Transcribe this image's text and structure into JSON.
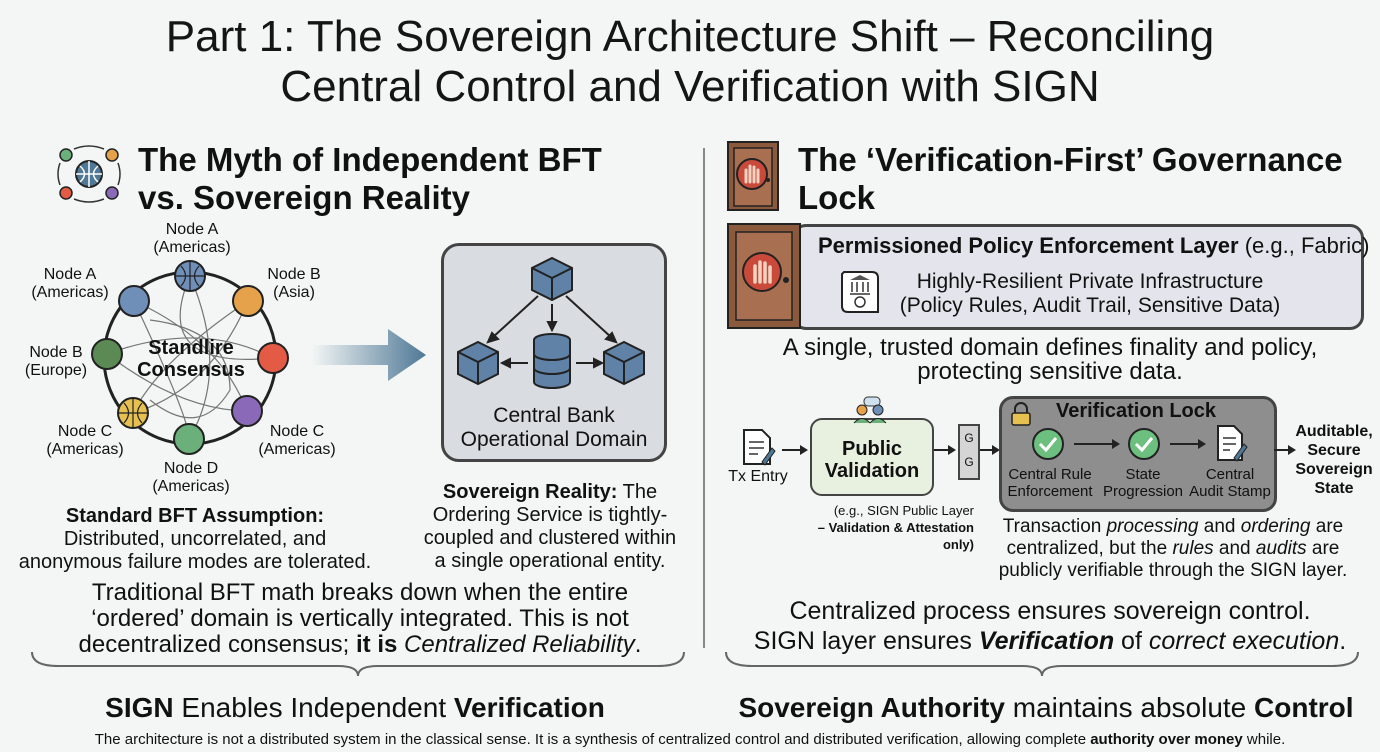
{
  "title_line1": "Part 1: The Sovereign Architecture Shift – Reconciling",
  "title_line2": "Central Control and Verification with SIGN",
  "left": {
    "heading_line1": "The Myth of Independent BFT",
    "heading_line2": "vs. Sovereign Reality",
    "nodes": [
      {
        "name": "Node A",
        "region": "(Americas)"
      },
      {
        "name": "Node B",
        "region": "(Asia)"
      },
      {
        "name": "Node A",
        "region": "(Americas)"
      },
      {
        "name": "Node B",
        "region": "(Europe)"
      },
      {
        "name": "Node C",
        "region": "(Americas)"
      },
      {
        "name": "Node D",
        "region": "(Americas)"
      },
      {
        "name": "Node C",
        "region": "(Americas)"
      }
    ],
    "consensus_line1": "Standlire",
    "consensus_line2": "Consensus",
    "domain_line1": "Central Bank",
    "domain_line2": "Operational Domain",
    "assumption_title": "Standard BFT Assumption:",
    "assumption_line1": "Distributed, uncorrelated, and",
    "assumption_line2": "anonymous failure modes are tolerated.",
    "reality_title": "Sovereign Reality:",
    "reality_line1_rest": " The",
    "reality_line2": "Ordering Service is tightly-",
    "reality_line3": "coupled and clustered within",
    "reality_line4": "a single operational entity.",
    "para_line1": "Traditional BFT math breaks down when the entire",
    "para_line2": "‘ordered’ domain is vertically integrated. This is not",
    "para_line3a": "decentralized consensus; ",
    "para_line3b": "it is ",
    "para_line3c": "Centralized Reliability",
    "para_line3d": ".",
    "bottom_a": "SIGN",
    "bottom_b": " Enables Independent ",
    "bottom_c": "Verification"
  },
  "right": {
    "heading_line1": "The ‘Verification-First’ Governance",
    "heading_line2": "Lock",
    "policy_title": "Permissioned Policy Enforcement Layer",
    "policy_suffix": " (e.g., Fabric)",
    "infra_line1": "Highly-Resilient Private Infrastructure",
    "infra_line2": "(Policy Rules, Audit Trail, Sensitive Data)",
    "trusted_line1": "A single, trusted domain defines finality and policy,",
    "trusted_line2": "protecting sensitive data.",
    "tx_entry": "Tx Entry",
    "public_line1": "Public",
    "public_line2": "Validation",
    "gate_letters": [
      "G",
      "G"
    ],
    "public_note_line1": "(e.g., SIGN Public Layer",
    "public_note_line2": "– Validation & Attestation only)",
    "lock_title": "Verification Lock",
    "lock_steps": [
      {
        "line1": "Central Rule",
        "line2": "Enforcement"
      },
      {
        "line1": "State",
        "line2": "Progression"
      },
      {
        "line1": "Central",
        "line2": "Audit Stamp"
      }
    ],
    "outcome": [
      "Auditable,",
      "Secure",
      "Sovereign",
      "State"
    ],
    "tx_line1a": "Transaction ",
    "tx_line1b": "processing",
    "tx_line1c": " and ",
    "tx_line1d": "ordering",
    "tx_line1e": " are",
    "tx_line2a": "centralized, but the ",
    "tx_line2b": "rules",
    "tx_line2c": " and ",
    "tx_line2d": "audits",
    "tx_line2e": " are",
    "tx_line3": "publicly verifiable through the SIGN layer.",
    "central_line1": "Centralized process ensures sovereign control.",
    "central_line2a": "SIGN layer ensures ",
    "central_line2b": "Verification",
    "central_line2c": " of ",
    "central_line2d": "correct execution",
    "central_line2e": ".",
    "bottom_a": "Sovereign Authority",
    "bottom_b": " maintains absolute ",
    "bottom_c": "Control"
  },
  "footer_a": "The architecture is not a distributed system in the classical sense. It is a synthesis of centralized control and distributed verification, allowing complete ",
  "footer_b": "authority over money",
  "footer_c": " while.",
  "colors": {
    "node_blue": "#6f8fb8",
    "node_orange": "#e6a24a",
    "node_red": "#e35a45",
    "node_green": "#5c8a55",
    "node_purple": "#8a6ab8",
    "node_teal_green": "#6bb07a",
    "node_gold": "#e6c050",
    "cube_blue": "#5f82a6",
    "arrow_steel": "#4f7896",
    "door_brown": "#8b5a3c",
    "stop_red": "#c94a3a",
    "check_green": "#6cbf7e",
    "lock_gray": "#8e8e8e",
    "policy_box": "#e4e4ec",
    "validation_box": "#e8f0e0"
  }
}
